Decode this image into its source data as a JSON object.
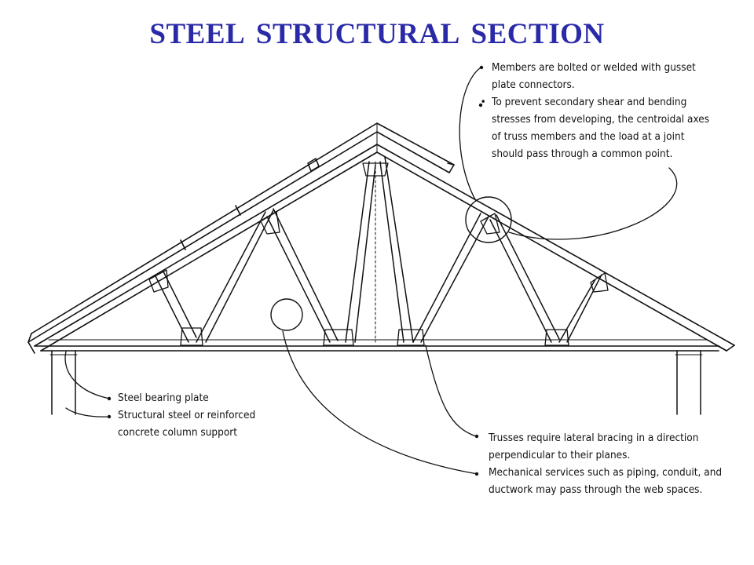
{
  "title": "STEEL  STRUCTURAL  SECTION",
  "notes": {
    "connectors": {
      "bullet": "•",
      "item1_line1": "Members are bolted or welded with gusset",
      "item1_line2": "plate connectors.",
      "item2_line1": "To prevent secondary shear and bending",
      "item2_line2": "stresses from developing, the centroidal axes",
      "item2_line3": "of truss members and the load at a joint",
      "item2_line4": "should pass through a common point."
    },
    "bracing": {
      "bullet": "•",
      "item1_line1": "Trusses require lateral bracing in a direction",
      "item1_line2": "perpendicular to their planes.",
      "item2_line1": "Mechanical services such as piping, conduit, and",
      "item2_line2": "ductwork may pass through the web spaces."
    },
    "bearing": {
      "bullet": "•",
      "item1": "Steel bearing plate",
      "item2_line1": "Structural steel or reinforced",
      "item2_line2": "concrete column support"
    }
  },
  "colors": {
    "title": "#2a2aa8",
    "ink": "#111111"
  }
}
